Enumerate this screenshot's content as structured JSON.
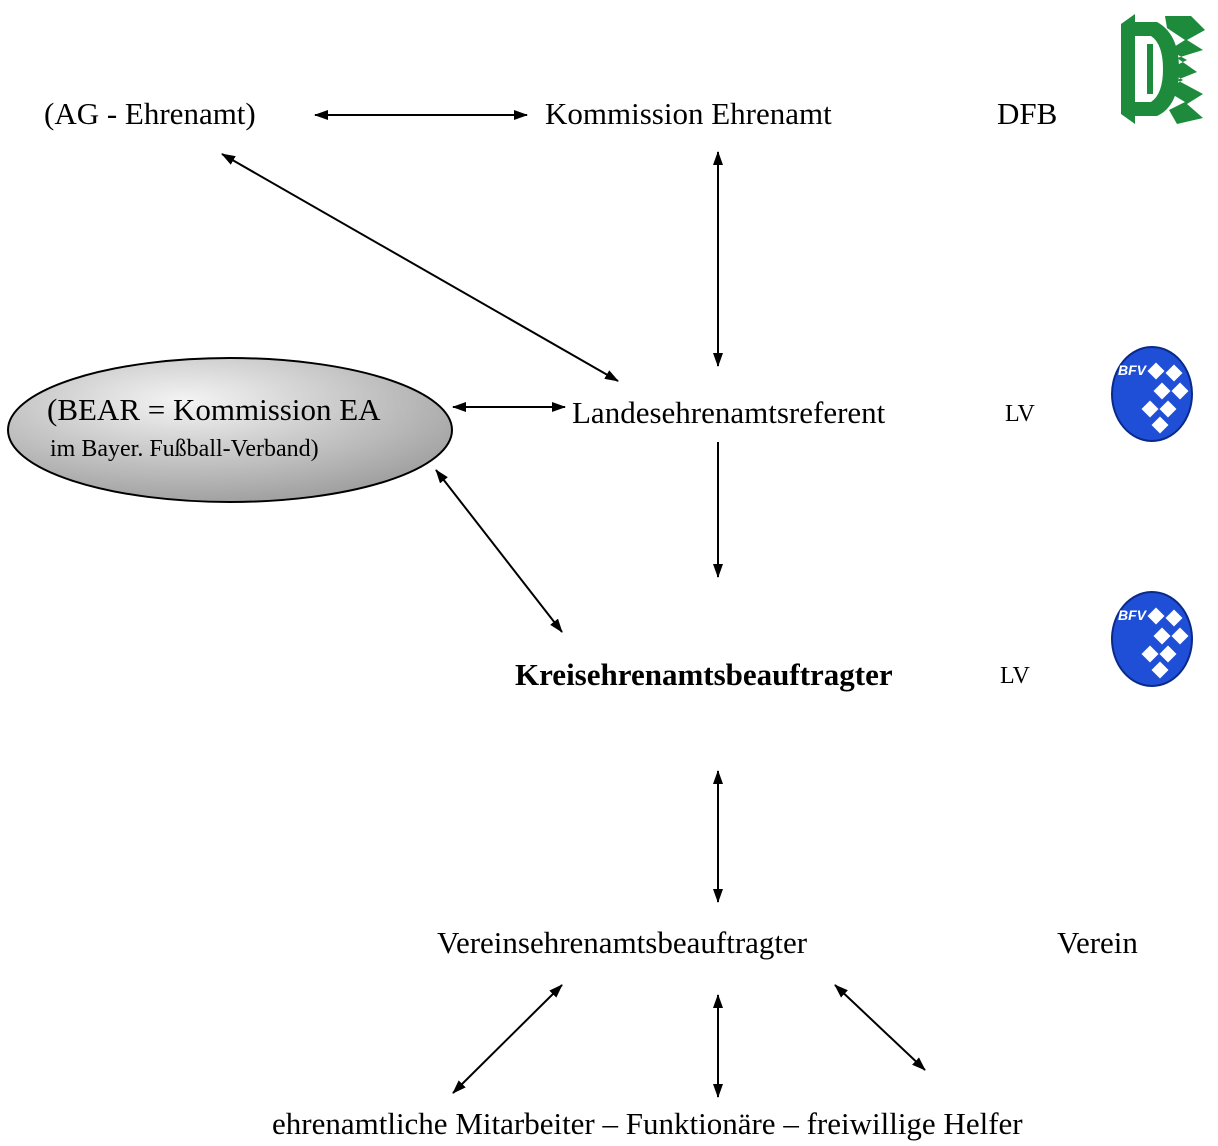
{
  "nodes": {
    "ag_ehrenamt": "(AG - Ehrenamt)",
    "kommission_ehrenamt": "Kommission Ehrenamt",
    "dfb_label": "DFB",
    "bear_line1": "(BEAR = Kommission EA",
    "bear_line2": "im Bayer. Fußball-Verband)",
    "landesehrenamtsreferent": "Landesehrenamtsreferent",
    "lv_label_1": "LV",
    "kreisehrenamtsbeauftragter": "Kreisehrenamtsbeauftragter",
    "lv_label_2": "LV",
    "vereinsehrenamtsbeauftragter": "Vereinsehrenamtsbeauftragter",
    "verein_label": "Verein",
    "bottom_line": "ehrenamtliche Mitarbeiter – Funktionäre – freiwillige Helfer"
  },
  "logos": {
    "dfb": {
      "name": "dfb-logo",
      "color": "#1e8a3c"
    },
    "bfv": {
      "name": "bfv-logo",
      "text": "BFV",
      "color": "#1f4fd6"
    }
  },
  "colors": {
    "ellipse_fill_light": "#f2f2f2",
    "ellipse_fill_dark": "#9a9a9a",
    "arrow": "#000000"
  }
}
